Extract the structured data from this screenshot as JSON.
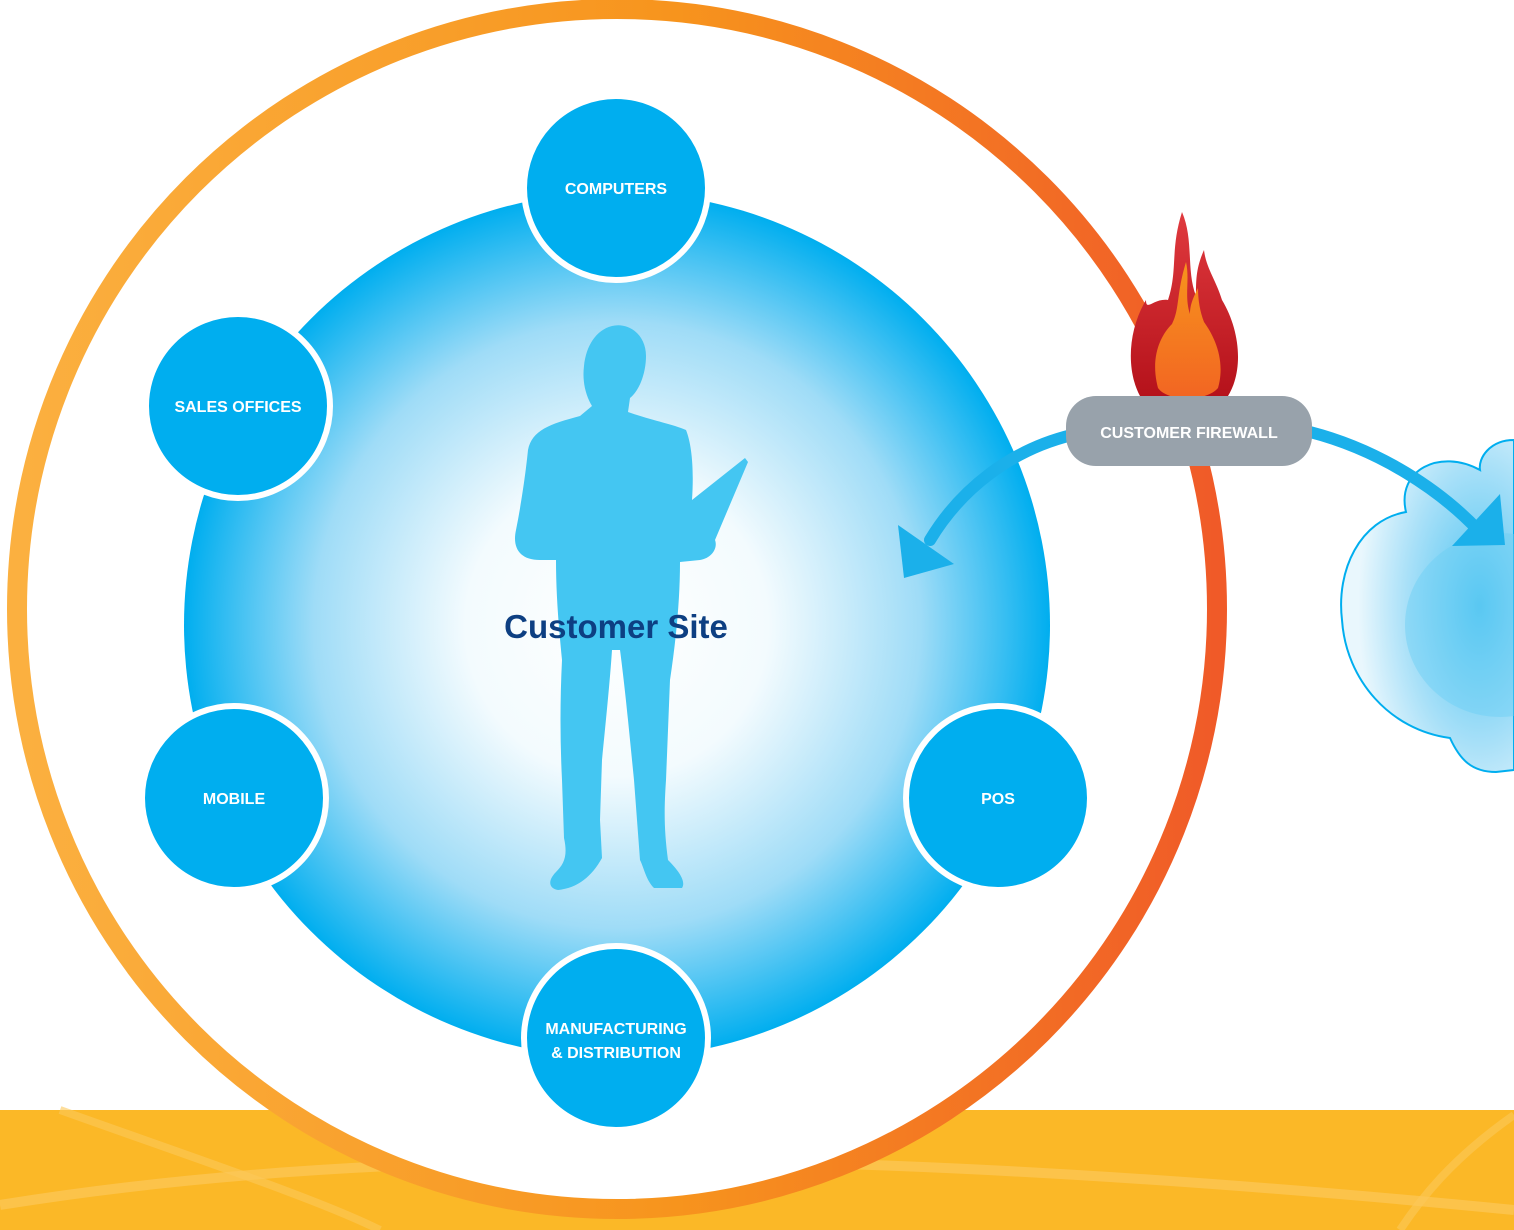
{
  "diagram": {
    "center_label": "Customer Site",
    "firewall_label": "CUSTOMER FIREWALL",
    "nodes": [
      {
        "id": "computers",
        "lines": [
          "COMPUTERS"
        ]
      },
      {
        "id": "sales-offices",
        "lines": [
          "SALES OFFICES"
        ]
      },
      {
        "id": "mobile",
        "lines": [
          "MOBILE"
        ]
      },
      {
        "id": "pos",
        "lines": [
          "POS"
        ]
      },
      {
        "id": "manufacturing",
        "lines": [
          "MANUFACTURING",
          "& DISTRIBUTION"
        ]
      }
    ]
  },
  "colors": {
    "node_blue": "#00aeef",
    "inner_disc_edge": "#00aeef",
    "person_silhouette": "#44c6f2",
    "center_label": "#0d3f82",
    "firewall_pill": "#98a2ab",
    "outer_ring_start": "#fbb040",
    "outer_ring_end": "#f05a28",
    "bottom_band": "#fbb827",
    "arrow_blue": "#1bb0ea",
    "flame_outer": "#c4161c",
    "flame_inner": "#f7941d"
  },
  "icons": {
    "flame": "flame-icon",
    "person": "person-silhouette",
    "cloud": "cloud-icon"
  }
}
